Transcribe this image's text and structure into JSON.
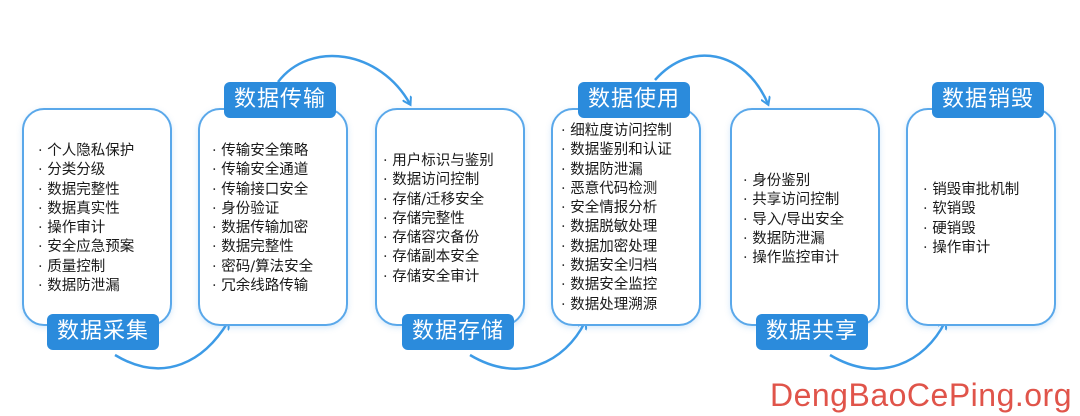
{
  "stages": [
    {
      "key": "collect",
      "title": "数据采集",
      "items": [
        "个人隐私保护",
        "分类分级",
        "数据完整性",
        "数据真实性",
        "操作审计",
        "安全应急预案",
        "质量控制",
        "数据防泄漏"
      ]
    },
    {
      "key": "transmit",
      "title": "数据传输",
      "items": [
        "传输安全策略",
        "传输安全通道",
        "传输接口安全",
        "身份验证",
        "数据传输加密",
        "数据完整性",
        "密码/算法安全",
        "冗余线路传输"
      ]
    },
    {
      "key": "storage",
      "title": "数据存储",
      "items": [
        "用户标识与鉴别",
        "数据访问控制",
        "存储/迁移安全",
        "存储完整性",
        "存储容灾备份",
        "存储副本安全",
        "存储安全审计"
      ]
    },
    {
      "key": "use",
      "title": "数据使用",
      "items": [
        "细粒度访问控制",
        "数据鉴别和认证",
        "数据防泄漏",
        "恶意代码检测",
        "安全情报分析",
        "数据脱敏处理",
        "数据加密处理",
        "数据安全归档",
        "数据安全监控",
        "数据处理溯源"
      ]
    },
    {
      "key": "share",
      "title": "数据共享",
      "items": [
        "身份鉴别",
        "共享访问控制",
        "导入/导出安全",
        "数据防泄漏",
        "操作监控审计"
      ]
    },
    {
      "key": "destroy",
      "title": "数据销毁",
      "items": [
        "销毁审批机制",
        "软销毁",
        "硬销毁",
        "操作审计"
      ]
    }
  ],
  "colors": {
    "card_border": "#5aa8ea",
    "label_bg": "#2b8bdc",
    "arrow": "#3d9be6",
    "watermark": "#e0544a"
  },
  "watermark": "DengBaoCePing.org"
}
